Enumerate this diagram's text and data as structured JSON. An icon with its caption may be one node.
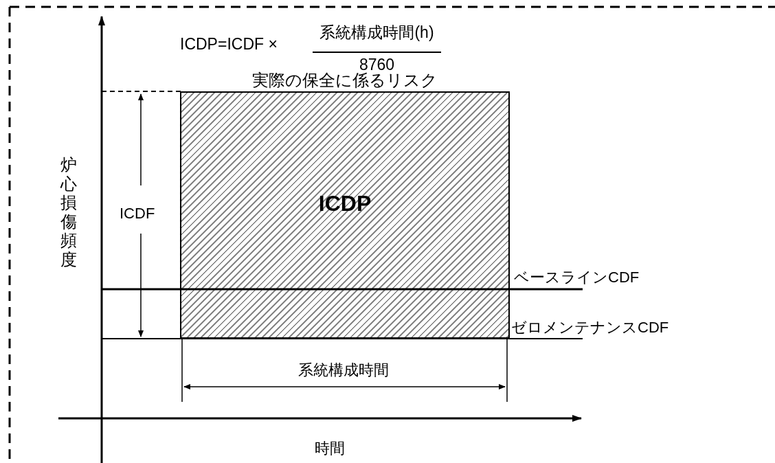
{
  "diagram": {
    "nodes": [
      {
        "text": [
          "実際の保全に係るリスク",
          "ICDP"
        ]
      }
    ],
    "labels": [
      "ICDP=ICDF ×",
      "系統構成時間(h)",
      "8760",
      "炉心損傷頻度",
      "ICDF",
      "ベースラインCDF",
      "ゼロメンテナンスCDF",
      "系統構成時間",
      "時間"
    ]
  }
}
